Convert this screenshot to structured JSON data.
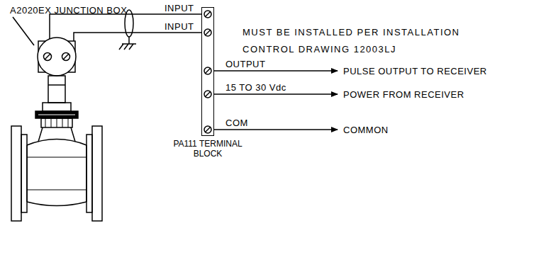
{
  "diagram": {
    "nodes": [
      {
        "text": [
          "PA111 TERMINAL BLOCK"
        ]
      }
    ],
    "labels": [
      "A2020EX JUNCTION BOX",
      "INPUT",
      "INPUT",
      "MUST BE INSTALLED PER INSTALLATION CONTROL DRAWING 12003LJ",
      "OUTPUT",
      "15 TO 30 Vdc",
      "COM",
      "PULSE OUTPUT TO RECEIVER",
      "POWER FROM RECEIVER",
      "COMMON"
    ]
  }
}
